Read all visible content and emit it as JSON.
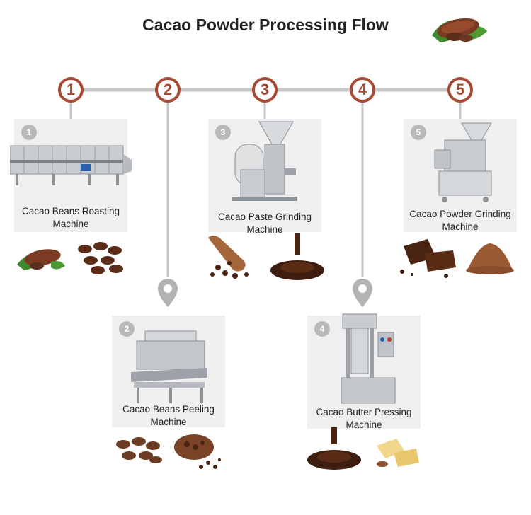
{
  "title": "Cacao Powder Processing Flow",
  "timeline": {
    "steps": [
      "1",
      "2",
      "3",
      "4",
      "5"
    ],
    "accent_color": "#a64a35",
    "line_color": "#c6c6c6"
  },
  "cards": {
    "roasting": {
      "badge": "1",
      "label": "Cacao Beans Roasting Machine"
    },
    "peeling": {
      "badge": "2",
      "label": "Cacao Beans Peeling Machine"
    },
    "grinding": {
      "badge": "3",
      "label": "Cacao Paste Grinding Machine"
    },
    "pressing": {
      "badge": "4",
      "label": "Cacao Butter Pressing Machine"
    },
    "powder": {
      "badge": "5",
      "label": "Cacao Powder Grinding Machine"
    }
  },
  "icons": {
    "location_pin": "map-pin-icon",
    "pod": "cacao-pod-icon"
  }
}
